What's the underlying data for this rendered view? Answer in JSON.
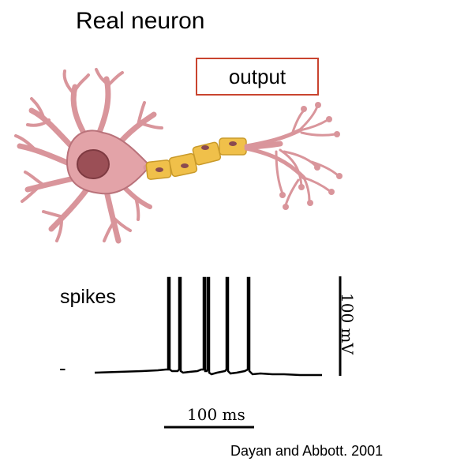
{
  "title": "Real neuron",
  "output_label": "output",
  "spikes_label": "spikes",
  "baseline_marker": "-",
  "voltage_scale_label": "100 mV",
  "time_scale_label": "100 ms",
  "citation": "Dayan and Abbott. 2001",
  "colors": {
    "neuron_body": "#e3a3a8",
    "neuron_outline": "#b9727a",
    "nucleus": "#9b4f56",
    "myelin": "#f0c04a",
    "myelin_outline": "#c99a2a",
    "myelin_nucleus": "#8a4a50",
    "output_box_border": "#c9442f",
    "trace": "#000000"
  }
}
